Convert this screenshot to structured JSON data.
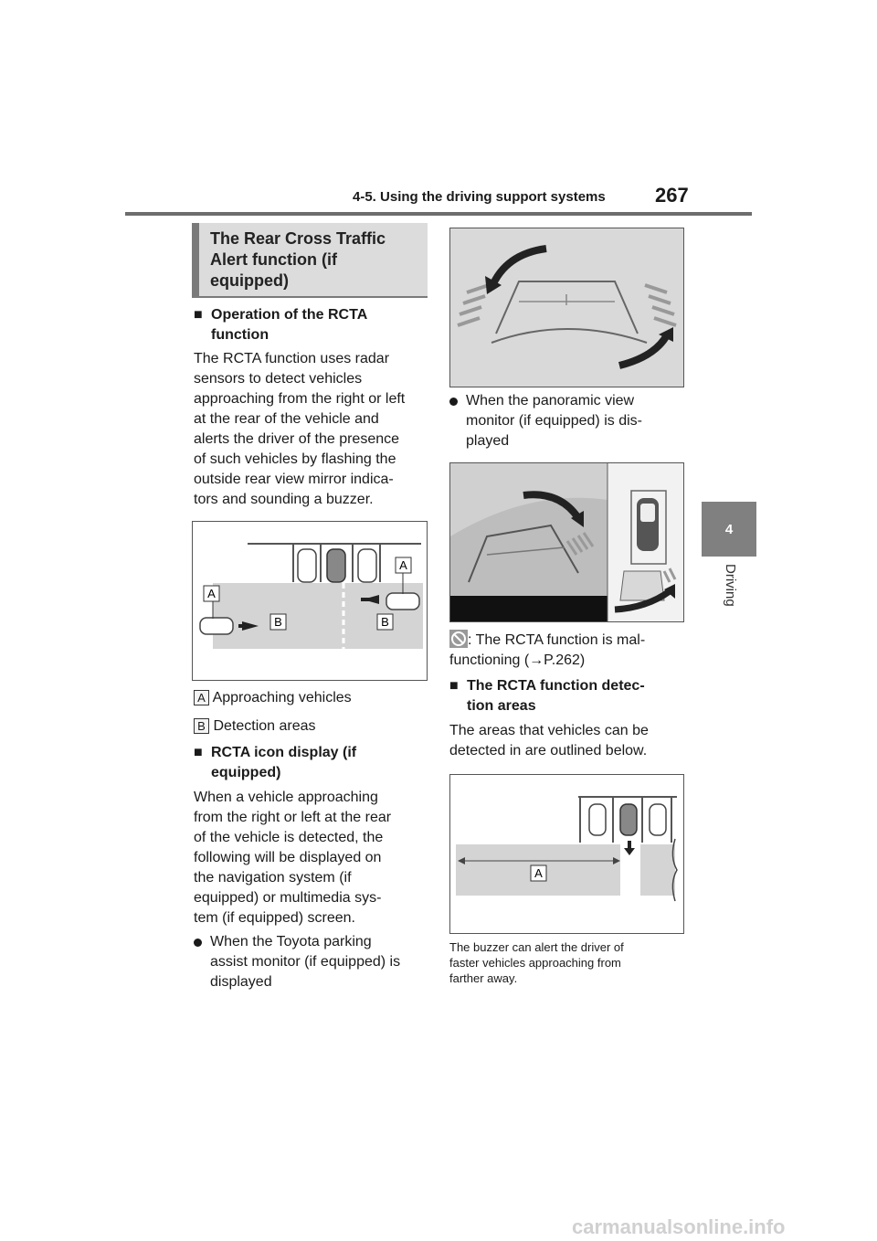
{
  "header": {
    "section": "4-5. Using the driving support systems",
    "page_number": "267"
  },
  "side_tab": {
    "number": "4",
    "label": "Driving"
  },
  "left": {
    "section_title": [
      "The Rear Cross Traffic",
      "Alert function (if",
      "equipped)"
    ],
    "sub1": [
      "Operation of the RCTA",
      "function"
    ],
    "para1": [
      "The RCTA function uses radar",
      "sensors to detect vehicles",
      "approaching from the right or left",
      "at the rear of the vehicle and",
      "alerts the driver of the presence",
      "of such vehicles by flashing the",
      "outside rear view mirror indica-",
      "tors and sounding a buzzer."
    ],
    "fig_labels": {
      "a": "A",
      "b": "B"
    },
    "legend": [
      {
        "badge": "A",
        "text": "Approaching vehicles"
      },
      {
        "badge": "B",
        "text": "Detection areas"
      }
    ],
    "sub2": [
      "RCTA icon display (if",
      "equipped)"
    ],
    "para2": [
      "When a vehicle approaching",
      "from the right or left at the rear",
      "of the vehicle is detected, the",
      "following will be displayed on",
      "the navigation system (if",
      "equipped) or multimedia sys-",
      "tem (if equipped) screen."
    ],
    "bullet1": [
      "When the Toyota parking",
      "assist monitor (if equipped) is",
      "displayed"
    ]
  },
  "right": {
    "bullet2": [
      "When the panoramic view",
      "monitor (if equipped) is dis-",
      "played"
    ],
    "malfunction": [
      ": The RCTA function is mal-",
      "functioning (→P.262)"
    ],
    "sub3": [
      "The RCTA function detec-",
      "tion areas"
    ],
    "para3": [
      "The areas that vehicles can be",
      "detected in are outlined below."
    ],
    "fig_label": "A",
    "note": [
      "The buzzer can alert the driver of",
      "faster vehicles approaching from",
      "farther away."
    ]
  },
  "watermark": "carmanualsonline.info"
}
